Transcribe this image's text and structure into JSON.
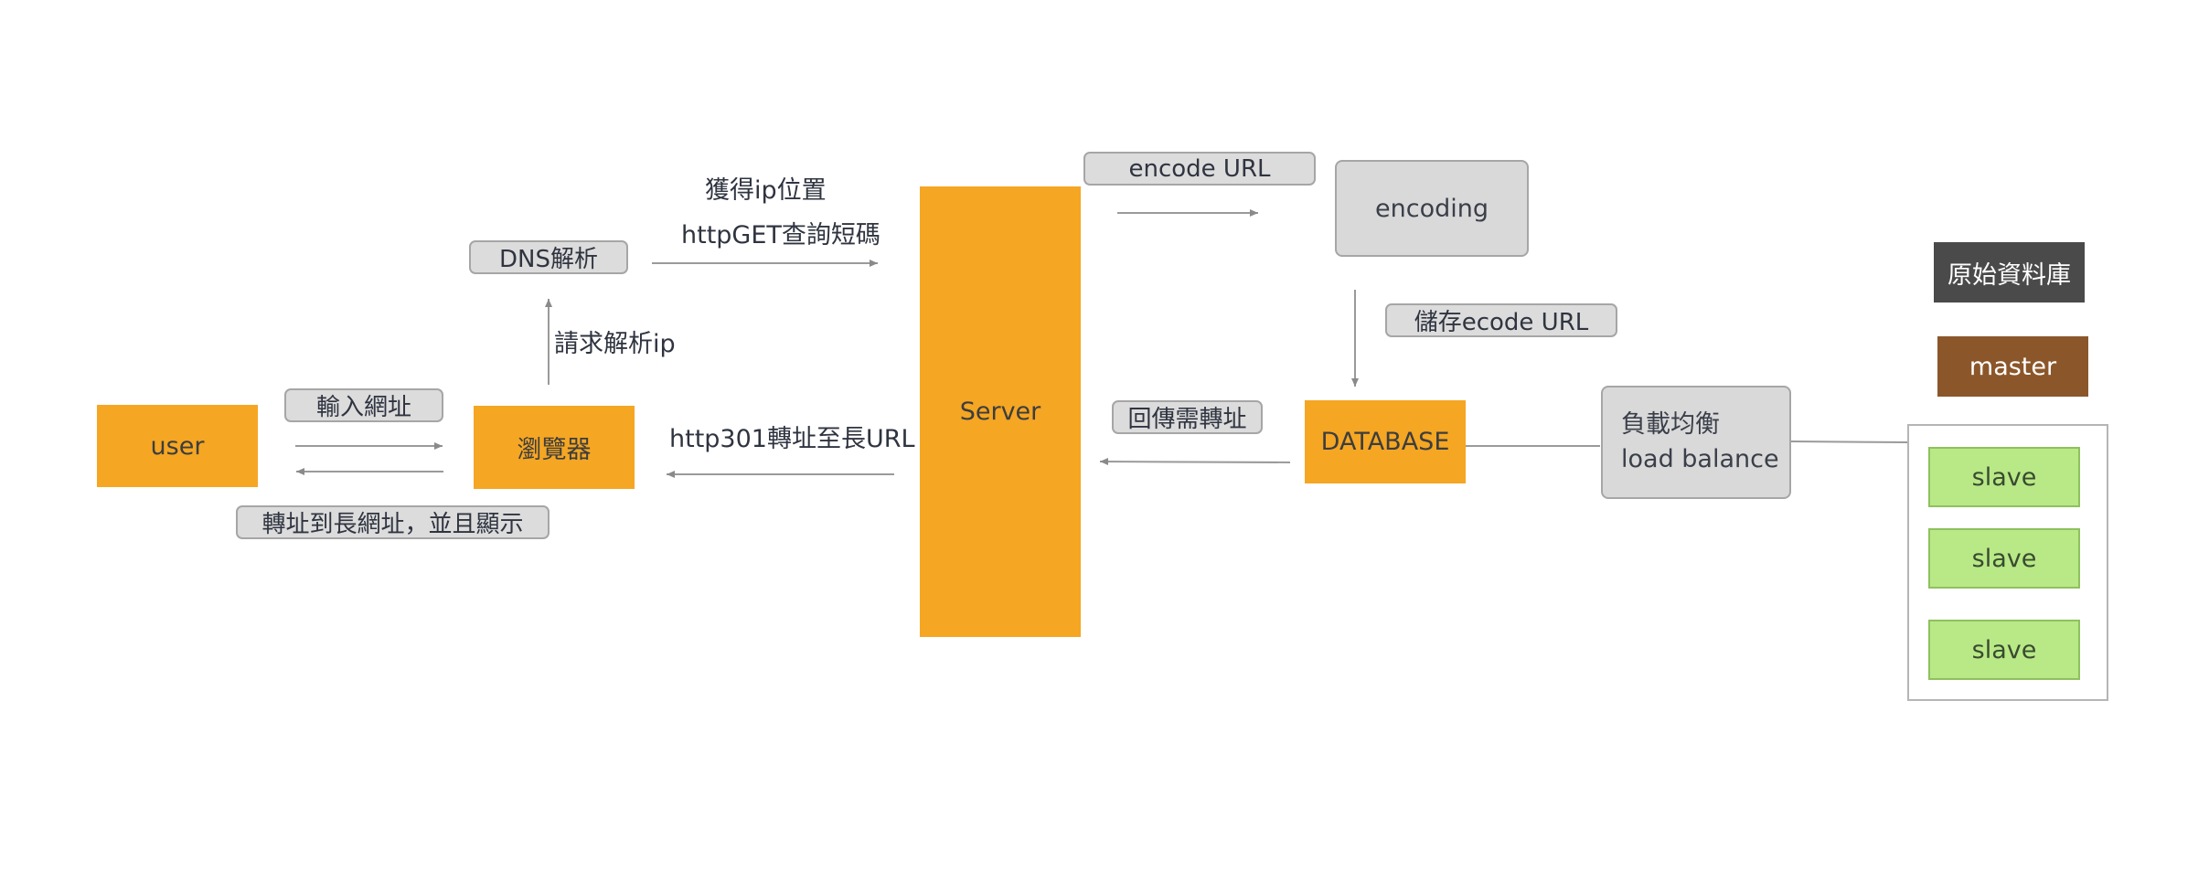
{
  "nodes": {
    "user": "user",
    "browser": "瀏覽器",
    "dns": "DNS解析",
    "server": "Server",
    "encoding": "encoding",
    "database": "DATABASE",
    "load_balance_line1": "負載均衡",
    "load_balance_line2": "load balance",
    "original_db": "原始資料庫",
    "master": "master",
    "slaves": [
      "slave",
      "slave",
      "slave"
    ]
  },
  "labels": {
    "input_url": "輸入網址",
    "redirect_display": "轉址到長網址，並且顯示",
    "request_resolve_ip": "請求解析ip",
    "get_ip_location": "獲得ip位置",
    "http_get_query": "httpGET查詢短碼",
    "http_301": "http301轉址至長URL",
    "encode_url": "encode URL",
    "store_encode_url": "儲存ecode URL",
    "return_redirect": "回傳需轉址"
  },
  "colors": {
    "orange": "#f5a623",
    "gray": "#d9d9d9",
    "dark": "#4a4a4a",
    "brown": "#8b572a",
    "green": "#b8e986"
  }
}
